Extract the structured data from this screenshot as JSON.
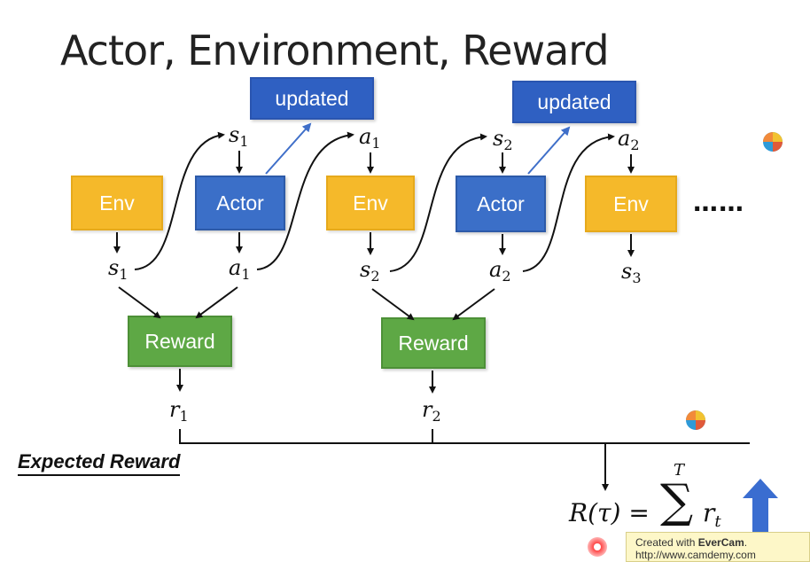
{
  "title": "Actor, Environment, Reward",
  "boxes": {
    "env_label": "Env",
    "actor_label": "Actor",
    "updated_label": "updated",
    "reward_label": "Reward"
  },
  "math": {
    "s1_var": "s",
    "s1_sub": "1",
    "s2_var": "s",
    "s2_sub": "2",
    "s3_var": "s",
    "s3_sub": "3",
    "a1_var": "a",
    "a1_sub": "1",
    "a2_var": "a",
    "a2_sub": "2",
    "r1_var": "r",
    "r1_sub": "1",
    "r2_var": "r",
    "r2_sub": "2"
  },
  "ellipsis": "……",
  "expected_reward": "Expected Reward",
  "formula": {
    "lhs": "R(τ) =",
    "sigma": "∑",
    "upper": "T",
    "term": "r",
    "term_sub": "t"
  },
  "watermark": {
    "line1_prefix": "Created with ",
    "line1_brand": "EverCam",
    "line1_suffix": ".",
    "line2": "http://www.camdemy.com"
  },
  "colors": {
    "env": "#f5b92a",
    "actor": "#3b6fc8",
    "updated": "#2f60c2",
    "reward": "#5ea845",
    "accent_arrow": "#3f6fc9"
  }
}
